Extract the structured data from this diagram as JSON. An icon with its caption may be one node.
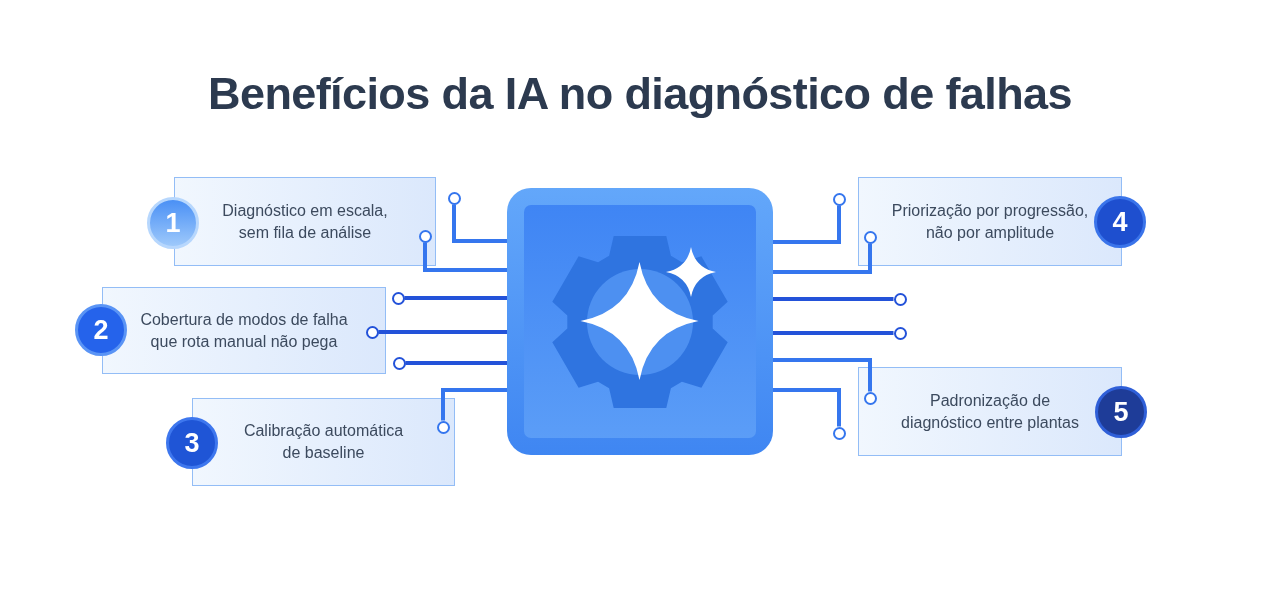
{
  "diagram": {
    "title": "Benefícios da IA no diagnóstico de falhas",
    "nodes": [
      {
        "text": [
          "1"
        ]
      },
      {
        "text": [
          "Diagnóstico em escala, sem fila de análise"
        ]
      },
      {
        "text": [
          "2"
        ]
      },
      {
        "text": [
          "Cobertura de modos de falha que rota manual não pega"
        ]
      },
      {
        "text": [
          "3"
        ]
      },
      {
        "text": [
          "Calibração automática de baseline"
        ]
      },
      {
        "text": [],
        "shape": "box"
      },
      {
        "text": [
          "Priorização por progressão, não por amplitude"
        ]
      },
      {
        "text": [
          "4"
        ]
      },
      {
        "text": [
          "Padronização de diagnóstico entre plantas"
        ]
      },
      {
        "text": [
          "5"
        ]
      },
      {
        "text": [],
        "shape": "circle"
      },
      {
        "text": [],
        "shape": "circle"
      },
      {
        "text": [],
        "shape": "circle",
        "in": 1
      },
      {
        "text": [],
        "shape": "circle",
        "in": 7
      },
      {
        "text": [],
        "shape": "circle"
      },
      {
        "text": [],
        "shape": "circle"
      },
      {
        "text": [],
        "shape": "circle",
        "in": 3
      },
      {
        "text": [],
        "shape": "circle"
      },
      {
        "text": [],
        "shape": "circle"
      },
      {
        "text": [],
        "shape": "circle",
        "in": 9
      },
      {
        "text": [],
        "shape": "circle",
        "in": 5
      },
      {
        "text": [],
        "shape": "circle"
      }
    ],
    "edges": [
      {
        "from": 6,
        "to": 11,
        "arrow": "none"
      },
      {
        "from": 6,
        "to": 12,
        "arrow": "none"
      },
      {
        "from": 6,
        "to": 13,
        "arrow": "none"
      },
      {
        "from": 6,
        "to": 14,
        "arrow": "none"
      },
      {
        "from": 6,
        "to": 15,
        "arrow": "none",
        "color": "#2352d9"
      },
      {
        "from": 6,
        "to": 16,
        "arrow": "none",
        "color": "#2352d9"
      },
      {
        "from": 6,
        "to": 17,
        "arrow": "none",
        "color": "#2352d9"
      },
      {
        "from": 6,
        "to": 18,
        "arrow": "none",
        "color": "#2352d9"
      },
      {
        "from": 6,
        "to": 19,
        "arrow": "none",
        "color": "#2352d9"
      },
      {
        "from": 6,
        "to": 20,
        "arrow": "none"
      },
      {
        "from": 6,
        "to": 21,
        "arrow": "none"
      },
      {
        "from": 6,
        "to": 22,
        "arrow": "none"
      }
    ]
  }
}
